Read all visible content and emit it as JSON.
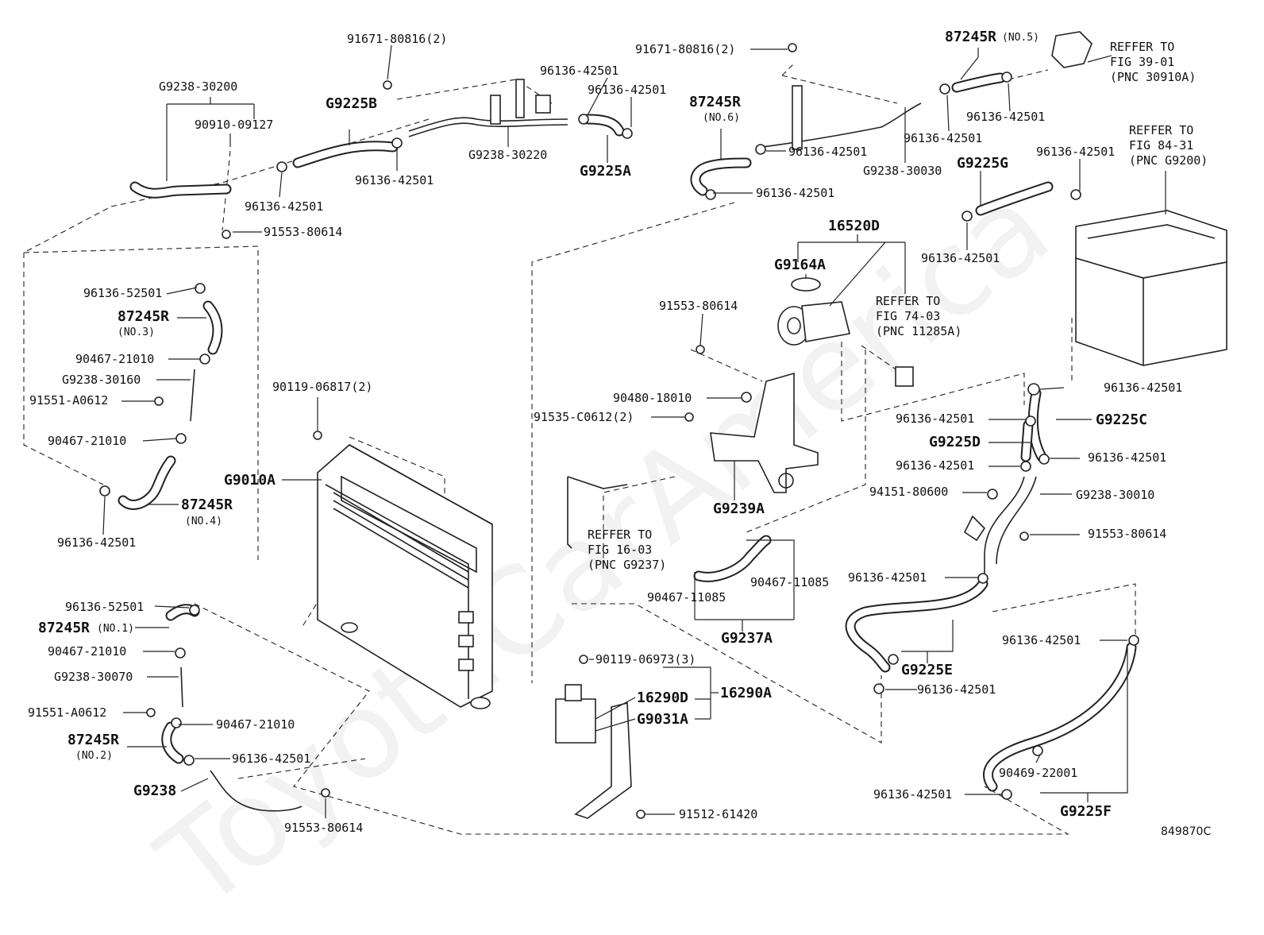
{
  "watermark": "ToyotaCarAmerica",
  "figure_code": "849870C",
  "labels": {
    "l1": "91671-80816(2)",
    "l2": "G9238-30200",
    "l3": "90910-09127",
    "l4": "G9225B",
    "l5": "96136-42501",
    "l6": "96136-42501",
    "l7": "G9238-30220",
    "l8": "G9225A",
    "l9": "96136-42501",
    "l10": "96136-42501",
    "l11": "91553-80614",
    "l12": "91671-80816(2)",
    "l13": "87245R",
    "l13s": "(NO.5)",
    "l14": "87245R",
    "l14s": "(NO.6)",
    "l15": "96136-42501",
    "l16": "96136-42501",
    "l17": "96136-42501",
    "l18": "G9238-30030",
    "l19": "96136-42501",
    "l20": "96136-42501",
    "l21": "G9225G",
    "l22": "96136-42501",
    "l23": "16520D",
    "l24": "G9164A",
    "l25": "91553-80614",
    "l26": "96136-52501",
    "l27": "87245R",
    "l27s": "(NO.3)",
    "l28": "90467-21010",
    "l29": "G9238-30160",
    "l30": "91551-A0612",
    "l31": "90467-21010",
    "l32": "87245R",
    "l32s": "(NO.4)",
    "l33": "96136-42501",
    "l34": "90119-06817(2)",
    "l35": "G9010A",
    "l36": "90480-18010",
    "l37": "91535-C0612(2)",
    "l38": "G9239A",
    "l39": "96136-42501",
    "l40": "G9225C",
    "l41": "96136-42501",
    "l42": "G9225D",
    "l43": "96136-42501",
    "l44": "96136-42501",
    "l45": "94151-80600",
    "l46": "G9238-30010",
    "l47": "91553-80614",
    "l48": "90467-11085",
    "l49": "90467-11085",
    "l50": "G9237A",
    "l51": "96136-42501",
    "l52": "G9225E",
    "l53": "96136-42501",
    "l54": "96136-42501",
    "l55": "96136-52501",
    "l56": "87245R",
    "l56s": "(NO.1)",
    "l57": "90467-21010",
    "l58": "G9238-30070",
    "l59": "91551-A0612",
    "l60": "90467-21010",
    "l61": "87245R",
    "l61s": "(NO.2)",
    "l62": "96136-42501",
    "l63": "G9238",
    "l64": "91553-80614",
    "l65": "90119-06973(3)",
    "l66": "16290D",
    "l67": "16290A",
    "l68": "G9031A",
    "l69": "91512-61420",
    "l70": "90469-22001",
    "l71": "96136-42501",
    "l72": "G9225F"
  },
  "notes": {
    "n1": "REFFER TO\nFIG 39-01\n(PNC 30910A)",
    "n2": "REFFER TO\nFIG 84-31\n(PNC G9200)",
    "n3": "REFFER TO\nFIG 74-03\n(PNC 11285A)",
    "n4": "REFFER TO\nFIG 16-03\n(PNC G9237)"
  }
}
